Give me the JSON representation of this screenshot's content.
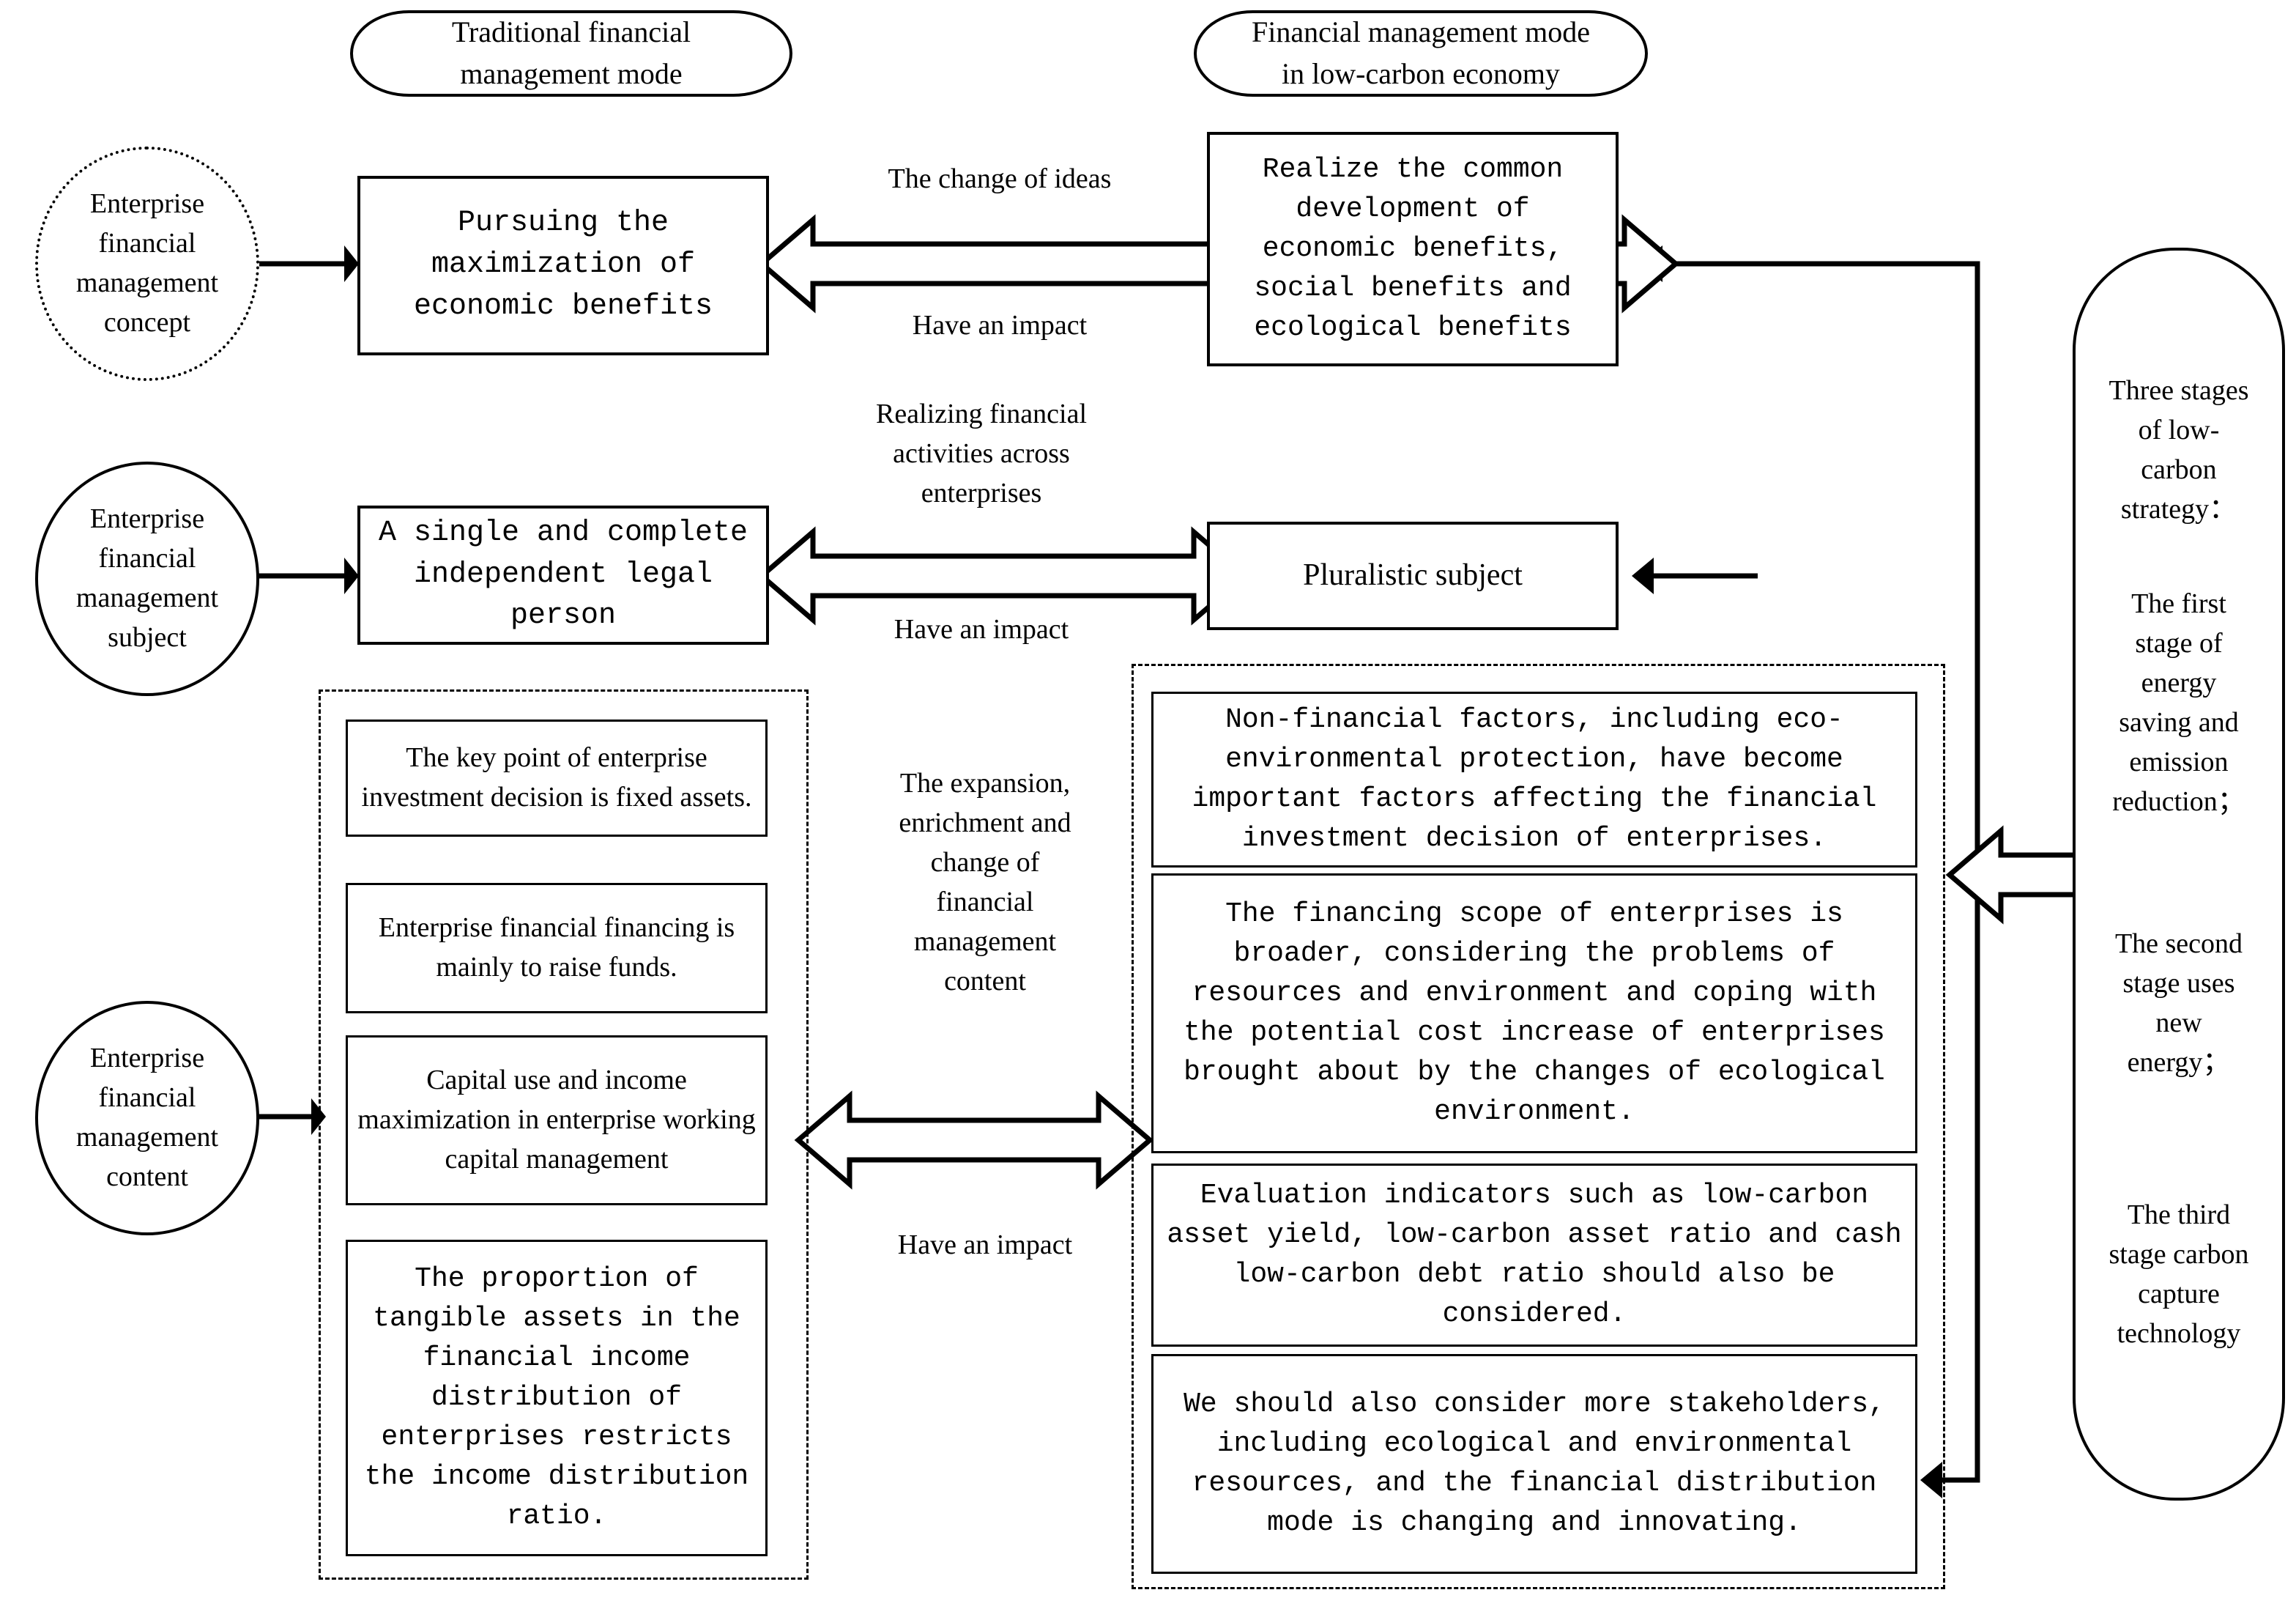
{
  "diagram": {
    "title_left": "Traditional financial\nmanagement mode",
    "title_right": "Financial management mode\nin low-carbon economy"
  },
  "rows": [
    {
      "ellipse": "Enterprise\nfinancial\nmanagement\nconcept",
      "left_box": "Pursuing the\nmaximization of\neconomic benefits",
      "right_box": "Realize the common\ndevelopment of\neconomic benefits,\nsocial benefits and\necological benefits",
      "arrow_label_top": "The change of ideas",
      "arrow_label_bottom": "Have an impact"
    },
    {
      "ellipse": "Enterprise\nfinancial\nmanagement\nsubject",
      "left_box": "A single and complete\nindependent legal\nperson",
      "right_box": "Pluralistic subject",
      "arrow_label_top": "Realizing financial\nactivities across\nenterprises",
      "arrow_label_bottom": "Have an impact"
    },
    {
      "ellipse": "Enterprise\nfinancial\nmanagement\ncontent",
      "arrow_label_top": "The expansion,\nenrichment and\nchange of\nfinancial\nmanagement\ncontent",
      "arrow_label_bottom": "Have an impact",
      "left_items": [
        "The key point of enterprise investment decision is fixed assets.",
        "Enterprise financial financing is mainly to raise funds.",
        "Capital use and income maximization in enterprise working capital management",
        "The proportion of tangible assets in the financial income distribution of enterprises restricts the income distribution ratio."
      ],
      "right_items": [
        "Non-financial factors, including eco-environmental protection, have become important factors affecting the financial investment decision of enterprises.",
        "The financing scope of enterprises is broader, considering the problems of resources and environment and coping with the potential cost increase of enterprises brought about by the changes of ecological environment.",
        "Evaluation indicators such as low-carbon asset yield, low-carbon asset ratio and cash low-carbon debt ratio should also be considered.",
        "We should also consider more stakeholders, including ecological and environmental resources, and the financial distribution mode is changing and innovating."
      ]
    }
  ],
  "sidebar": {
    "heading": "Three stages\nof low-\ncarbon\nstrategy：",
    "stage_1": "The first\nstage of\nenergy\nsaving and\nemission\nreduction；",
    "stage_2": "The second\nstage uses\nnew\nenergy；",
    "stage_3": "The third\nstage carbon\ncapture\ntechnology"
  },
  "colors": {
    "stroke": "#000000",
    "background": "#ffffff"
  }
}
